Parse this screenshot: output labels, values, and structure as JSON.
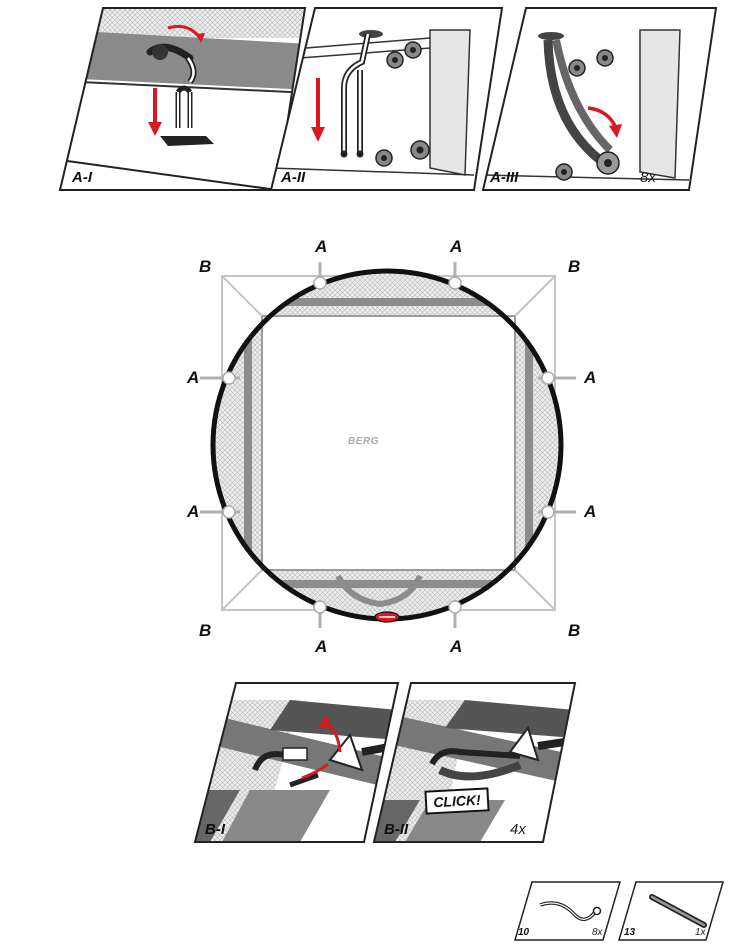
{
  "steps": {
    "a1": {
      "label": "A-I"
    },
    "a2": {
      "label": "A-II"
    },
    "a3": {
      "label": "A-III",
      "count": "8x"
    },
    "b1": {
      "label": "B-I"
    },
    "b2": {
      "label": "B-II",
      "count": "4x",
      "callout": "CLICK!"
    }
  },
  "overview": {
    "logo": "BERG",
    "position_labels": [
      "A",
      "A",
      "A",
      "A",
      "A",
      "A",
      "A",
      "A",
      "B",
      "B",
      "B",
      "B"
    ]
  },
  "parts": [
    {
      "number": "10",
      "quantity": "8x",
      "icon": "bungee-cord-icon"
    },
    {
      "number": "13",
      "quantity": "1x",
      "icon": "rod-icon"
    }
  ],
  "colors": {
    "arrow": "#d71920",
    "ring": "#111111",
    "frame": "#bdbdbd",
    "net": "#d8d8d8",
    "pad": "#555555"
  }
}
